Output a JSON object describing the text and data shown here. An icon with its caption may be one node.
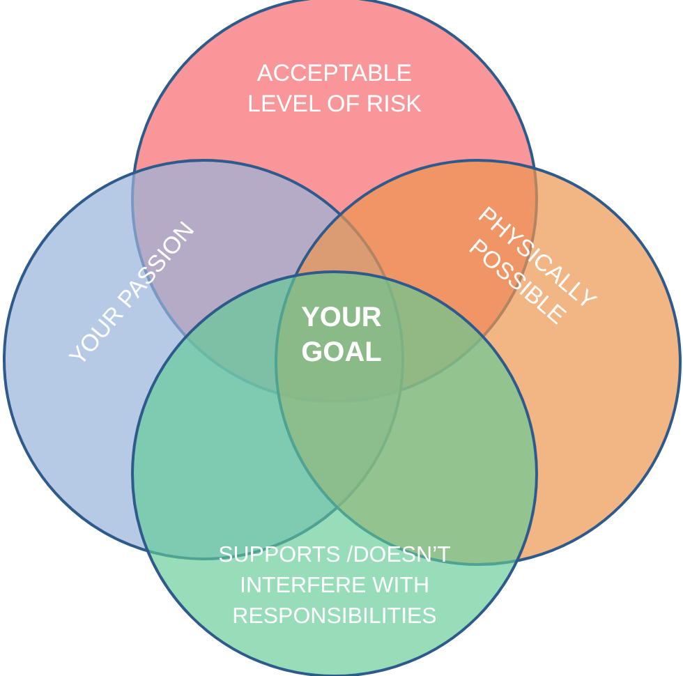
{
  "diagram": {
    "nodes": [
      {
        "text": [
          "ACCEPTABLE LEVEL OF RISK"
        ]
      },
      {
        "text": [
          "YOUR PASSION"
        ]
      },
      {
        "text": [
          "PHYSICALLY POSSIBLE"
        ]
      },
      {
        "text": [
          "SUPPORTS /DOESN’T INTERFERE WITH RESPONSIBILITIES"
        ]
      },
      {
        "text": [
          "YOUR GOAL"
        ]
      }
    ]
  }
}
